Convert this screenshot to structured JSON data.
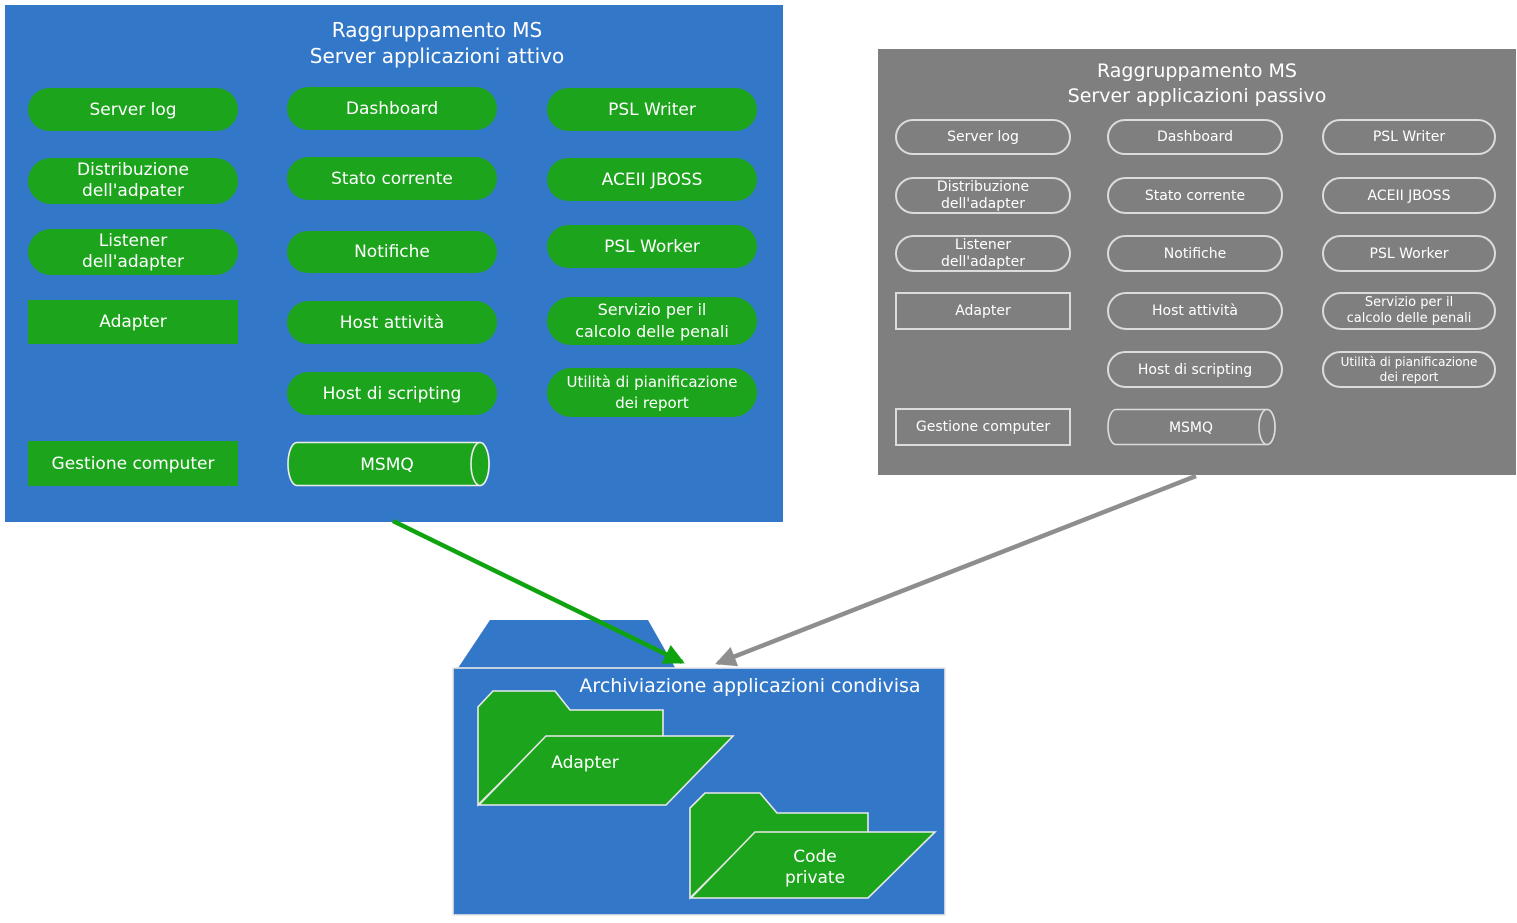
{
  "colors": {
    "panel_blue": "#3377C8",
    "node_green": "#1CA41C",
    "panel_gray": "#7F7F7F",
    "node_outline": "#DCDCDC",
    "arrow_green": "#0FA30F",
    "arrow_gray": "#8E8E8E",
    "text": "#FFFFFF"
  },
  "active_panel": {
    "title": "Raggruppamento MS\nServer applicazioni attivo",
    "col1": [
      "Server log",
      "Distribuzione\ndell'adpater",
      "Listener\ndell'adapter",
      "Adapter",
      "Gestione computer"
    ],
    "col2": [
      "Dashboard",
      "Stato corrente",
      "Notifiche",
      "Host attività",
      "Host di scripting",
      "MSMQ"
    ],
    "col3": [
      "PSL Writer",
      "ACEII JBOSS",
      "PSL Worker",
      "Servizio per il\ncalcolo delle penali",
      "Utilità di pianificazione\ndei report"
    ]
  },
  "passive_panel": {
    "title": "Raggruppamento MS\nServer applicazioni passivo",
    "col1": [
      "Server log",
      "Distribuzione\ndell'adapter",
      "Listener\ndell'adapter",
      "Adapter",
      "Gestione computer"
    ],
    "col2": [
      "Dashboard",
      "Stato corrente",
      "Notifiche",
      "Host attività",
      "Host di scripting",
      "MSMQ"
    ],
    "col3": [
      "PSL Writer",
      "ACEII JBOSS",
      "PSL Worker",
      "Servizio per il\ncalcolo delle penali",
      "Utilità di pianificazione\ndei report"
    ]
  },
  "shared_storage": {
    "title": "Archiviazione applicazioni condivisa",
    "folder1": "Adapter",
    "folder2": "Code\nprivate"
  }
}
